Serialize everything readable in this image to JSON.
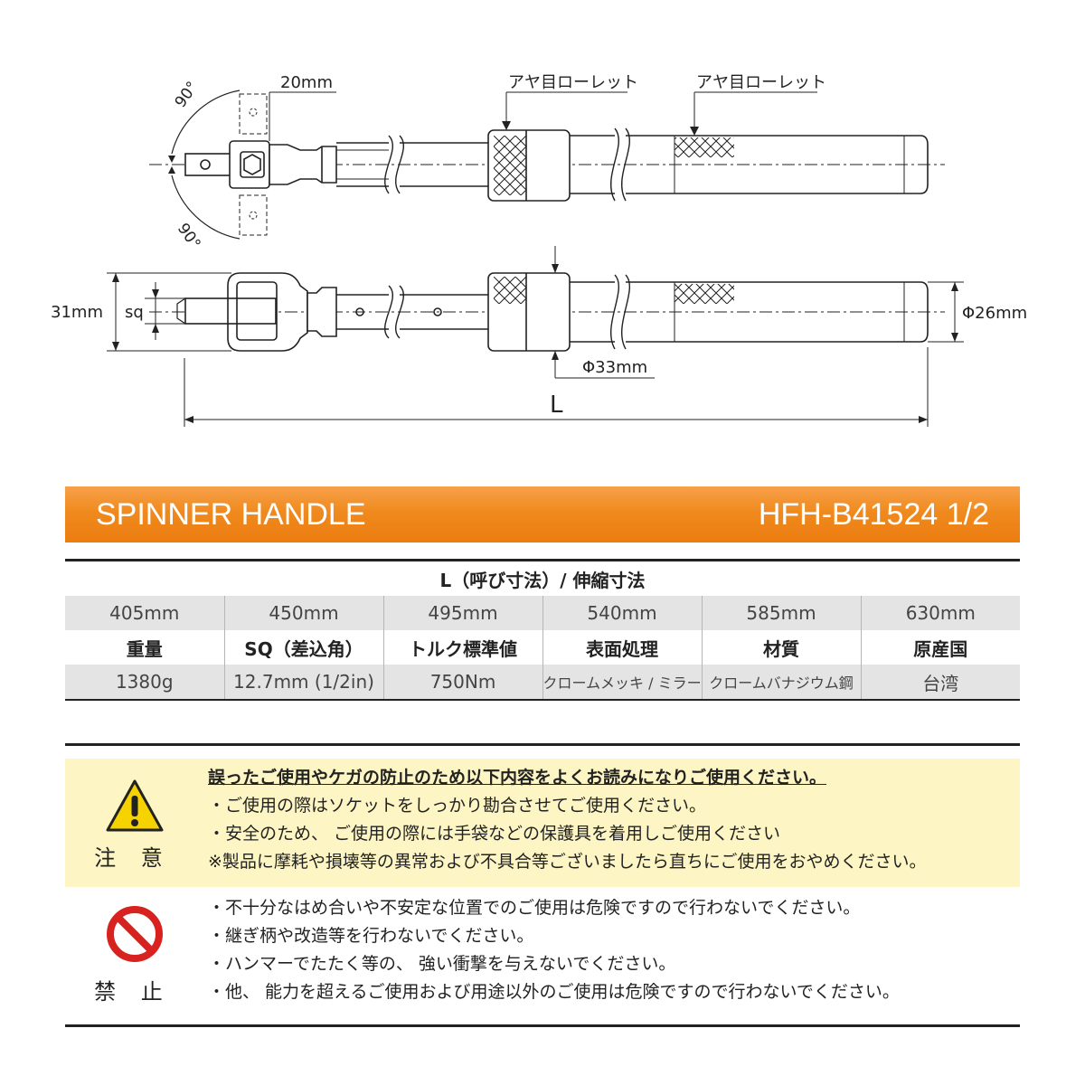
{
  "drawing": {
    "labels": {
      "top_angle": "90°",
      "bottom_angle": "90°",
      "head_width": "20mm",
      "knurl_1": "アヤ目ローレット",
      "knurl_2": "アヤ目ローレット",
      "height": "31mm",
      "sq": "sq",
      "grip_dia": "Φ26mm",
      "sleeve_dia": "Φ33mm",
      "length": "L"
    }
  },
  "banner": {
    "title": "SPINNER HANDLE",
    "model": "HFH-B41524 1/2"
  },
  "spec_table": {
    "length_header": "L（呼び寸法）/ 伸縮寸法",
    "lengths": [
      "405mm",
      "450mm",
      "495mm",
      "540mm",
      "585mm",
      "630mm"
    ],
    "headers": [
      "重量",
      "SQ（差込角）",
      "トルク標準値",
      "表面処理",
      "材質",
      "原産国"
    ],
    "values": [
      "1380g",
      "12.7mm (1/2in)",
      "750Nm",
      "クロームメッキ / ミラー仕上",
      "クロームバナジウム鋼",
      "台湾"
    ]
  },
  "notice": {
    "caution": {
      "label": "注 意",
      "icon": "warning-triangle-icon",
      "headline": "誤ったご使用やケガの防止のため以下内容をよくお読みになりご使用ください。",
      "items": [
        "・ご使用の際はソケットをしっかり勘合させてご使用ください。",
        "・安全のため、 ご使用の際には手袋などの保護具を着用しご使用ください",
        "※製品に摩耗や損壊等の異常および不具合等ございましたら直ちにご使用をおやめください。"
      ]
    },
    "prohibition": {
      "label": "禁 止",
      "icon": "prohibited-icon",
      "items": [
        "・不十分なはめ合いや不安定な位置でのご使用は危険ですので行わないでください。",
        "・継ぎ柄や改造等を行わないでください。",
        "・ハンマーでたたく等の、 強い衝撃を与えないでください。",
        "・他、 能力を超えるご使用および用途以外のご使用は危険ですので行わないでください。"
      ]
    }
  },
  "colors": {
    "banner_orange": "#f08a1e",
    "caution_bg": "#fdf5c3",
    "warning_yellow": "#f6d200",
    "prohibit_red": "#d8221f",
    "table_grey": "#e4e4e4"
  }
}
